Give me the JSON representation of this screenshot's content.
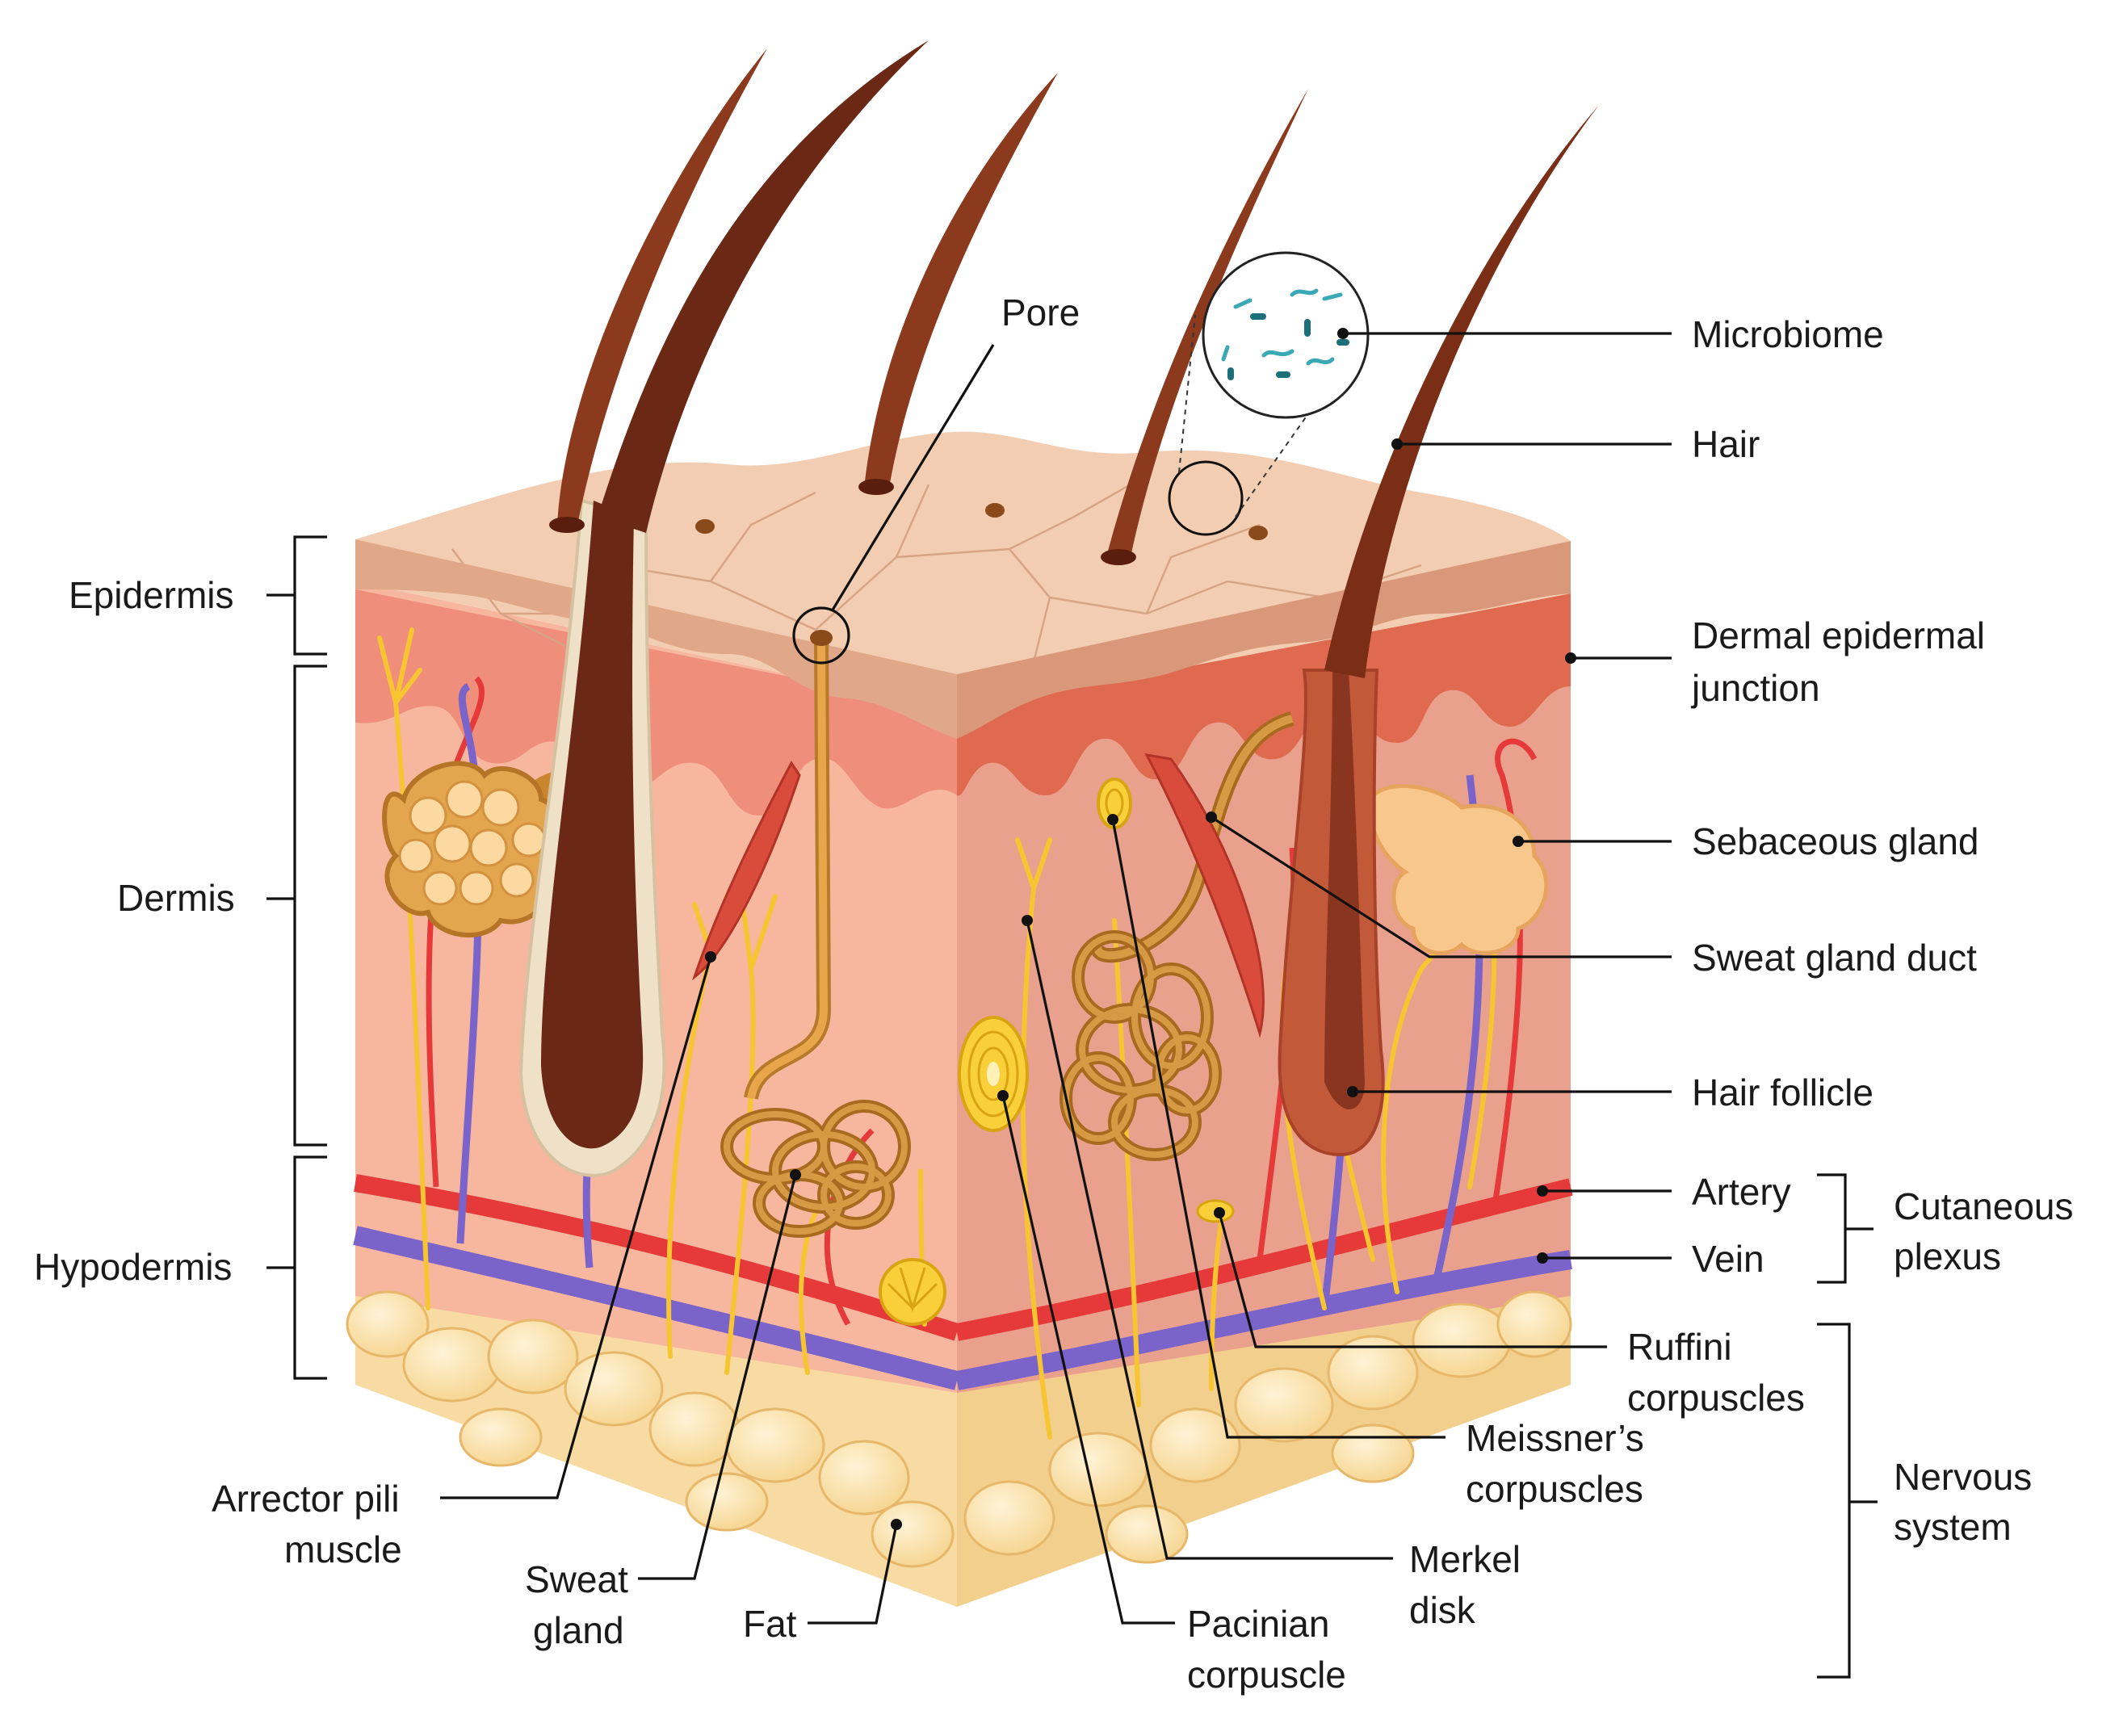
{
  "diagram": {
    "labels": {
      "pore": "Pore",
      "microbiome": "Microbiome",
      "hair": "Hair",
      "epidermis": "Epidermis",
      "dermis": "Dermis",
      "hypodermis": "Hypodermis",
      "dej_line1": "Dermal epidermal",
      "dej_line2": "junction",
      "sebaceous_gland": "Sebaceous gland",
      "sweat_gland_duct": "Sweat gland duct",
      "hair_follicle": "Hair follicle",
      "artery": "Artery",
      "vein": "Vein",
      "cutaneous_line1": "Cutaneous",
      "cutaneous_line2": "plexus",
      "ruffini_line1": "Ruffini",
      "ruffini_line2": "corpuscles",
      "meissner_line1": "Meissner’s",
      "meissner_line2": "corpuscles",
      "nervous_line1": "Nervous",
      "nervous_line2": "system",
      "merkel_line1": "Merkel",
      "merkel_line2": "disk",
      "pacinian_line1": "Pacinian",
      "pacinian_line2": "corpuscle",
      "arrector_line1": "Arrector pili",
      "arrector_line2": "muscle",
      "sweat_gland_line1": "Sweat",
      "sweat_gland_line2": "gland",
      "fat": "Fat"
    }
  }
}
